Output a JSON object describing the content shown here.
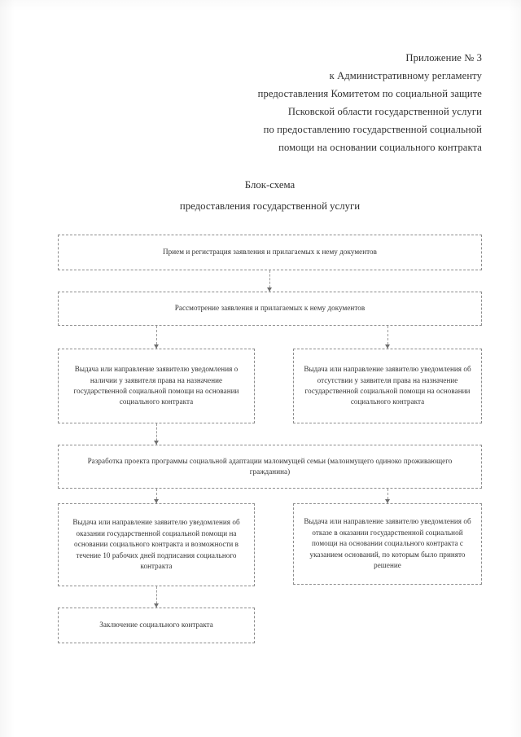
{
  "document": {
    "header_lines": [
      "Приложение № 3",
      "к Административному регламенту",
      "предоставления Комитетом по социальной защите",
      "Псковской области государственной услуги",
      "по предоставлению государственной социальной",
      "помощи на основании социального контракта"
    ],
    "title_lines": [
      "Блок-схема",
      "предоставления государственной услуги"
    ]
  },
  "flowchart": {
    "type": "flowchart",
    "nodes": {
      "accept": "Прием и регистрация заявления и прилагаемых к нему документов",
      "review": "Рассмотрение заявления и прилагаемых к нему документов",
      "right_exists": "Выдача или направление заявителю уведомления о наличии у заявителя права на назначение государственной социальной помощи на основании социального контракта",
      "right_absent": "Выдача или направление заявителю уведомления об отсутствии у заявителя права на назначение государственной социальной помощи на основании социального контракта",
      "program": "Разработка проекта программы социальной адаптации малоимущей семьи (малоимущего одиноко проживающего гражданина)",
      "grant": "Выдача или направление заявителю уведомления об оказании государственной социальной помощи на основании социального контракта и возможности в течение 10 рабочих дней подписания социального контракта",
      "refuse": "Выдача или направление заявителю уведомления об отказе в оказании государственной социальной помощи на основании социального контракта с указанием оснований, по которым было принято решение",
      "conclude": "Заключение социального контракта"
    },
    "edges": [
      {
        "from": "accept",
        "to": "review"
      },
      {
        "from": "review",
        "to": "right_exists"
      },
      {
        "from": "review",
        "to": "right_absent"
      },
      {
        "from": "right_exists",
        "to": "program"
      },
      {
        "from": "program",
        "to": "grant"
      },
      {
        "from": "program",
        "to": "refuse"
      },
      {
        "from": "grant",
        "to": "conclude"
      }
    ],
    "style": {
      "border_color": "#8d8d8d",
      "connector_color": "#9a9a9a",
      "text_color": "#333333",
      "page_background": "#ffffff"
    }
  }
}
